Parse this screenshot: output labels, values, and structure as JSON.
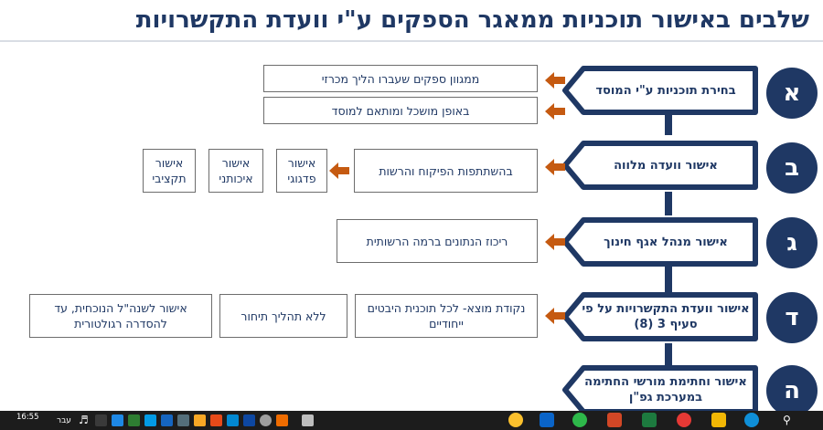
{
  "slide": {
    "title": "שלבים באישור תוכניות ממאגר הספקים ע\"י וועדת התקשרויות"
  },
  "stages": [
    {
      "badge": "א",
      "label": "בחירת תוכניות ע\"י המוסד"
    },
    {
      "badge": "ב",
      "label": "אישור וועדה מלווה"
    },
    {
      "badge": "ג",
      "label": "אישור מנהל אגף חינוך"
    },
    {
      "badge": "ד",
      "label": "אישור וועדת התקשרויות על פי סעיף 3 (8)"
    },
    {
      "badge": "ה",
      "label": "אישור וחתימת מורשי החתימה במערכת גפ\"ן"
    }
  ],
  "notes": {
    "a1": "ממגוון ספקים שעברו הליך מכרזי",
    "a2": "באופן מושכל ומותאם למוסד",
    "b_main": "בהשתתפות הפיקוח והרשות",
    "b_pedagogic": "אישור פדגוגי",
    "b_quality": "אישור איכותני",
    "b_budget": "אישור תקציבי",
    "g_main": "ריכוז הנתונים ברמה הרשותית",
    "d_main": "נקודת מוצא- לכל תוכנית היבטים ייחודיים",
    "d_tender": "ללא תהליך תיחור",
    "d_year": "אישור לשנה\"ל הנוכחית, עד להסדרה רגולטורית"
  },
  "taskbar": {
    "time": "16:55",
    "language": "עבר"
  },
  "colors": {
    "navy": "#1f3864",
    "arrow": "#c55a11",
    "box_border": "#6d6d6d"
  }
}
